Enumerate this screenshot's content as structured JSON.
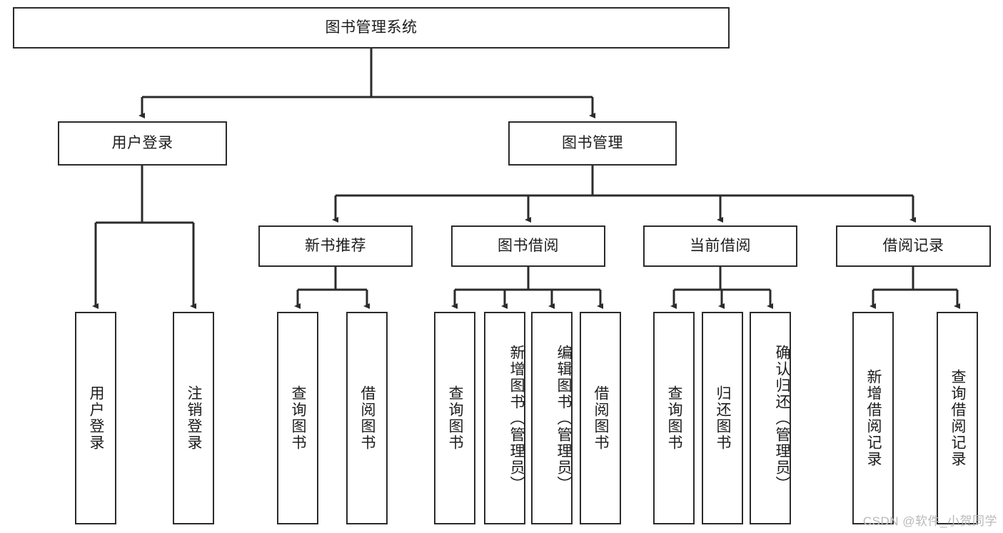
{
  "diagram": {
    "title": "图书管理系统",
    "type": "tree",
    "colors": {
      "stroke": "#2b2b2b",
      "background": "#ffffff",
      "text": "#1c1c1c",
      "watermark": "#b9b9b9"
    },
    "root": {
      "label": "图书管理系统"
    },
    "level1": [
      {
        "label": "用户登录"
      },
      {
        "label": "图书管理"
      }
    ],
    "level2": [
      {
        "label": "新书推荐"
      },
      {
        "label": "图书借阅"
      },
      {
        "label": "当前借阅"
      },
      {
        "label": "借阅记录"
      }
    ],
    "leaves": {
      "user_login": [
        {
          "label": "用户登录"
        },
        {
          "label": "注销登录"
        }
      ],
      "new_book_recommend": [
        {
          "label": "查询图书"
        },
        {
          "label": "借阅图书"
        }
      ],
      "book_borrow": [
        {
          "label": "查询图书"
        },
        {
          "label": "新增图书（管理员）"
        },
        {
          "label": "编辑图书（管理员）"
        },
        {
          "label": "借阅图书"
        }
      ],
      "current_borrow": [
        {
          "label": "查询图书"
        },
        {
          "label": "归还图书"
        },
        {
          "label": "确认归还（管理员）"
        }
      ],
      "borrow_records": [
        {
          "label": "新增借阅记录"
        },
        {
          "label": "查询借阅记录"
        }
      ]
    }
  },
  "watermark": {
    "text": "CSDN @软件_小贺同学"
  }
}
